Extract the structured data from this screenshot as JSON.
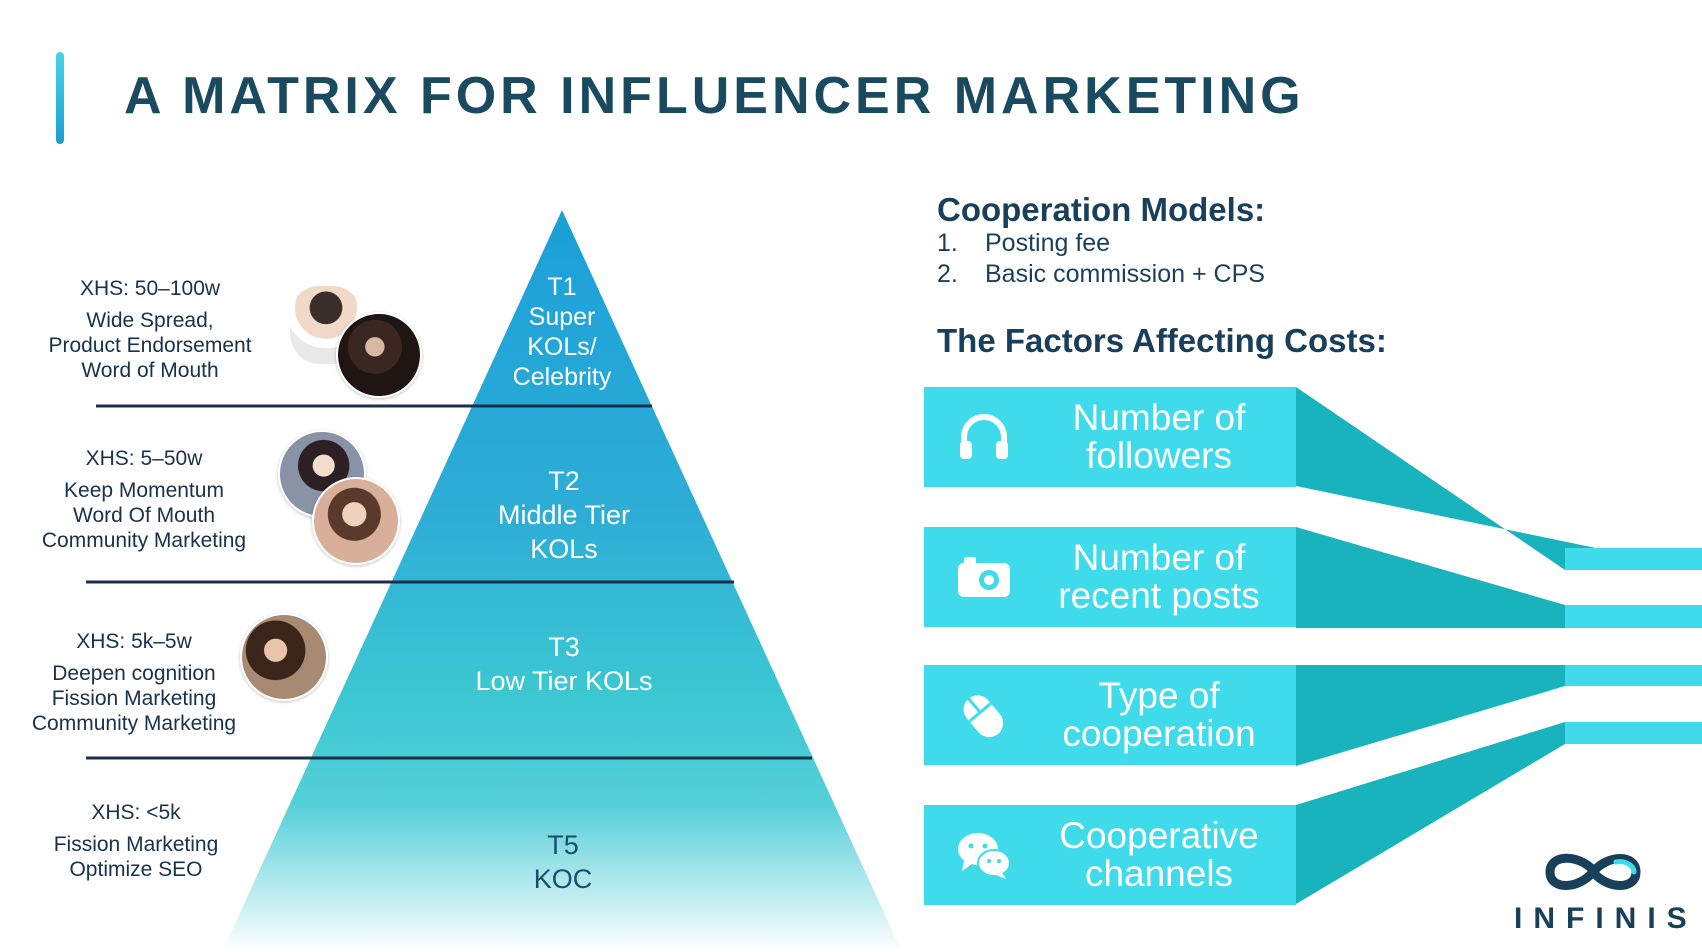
{
  "title": "A MATRIX FOR INFLUENCER MARKETING",
  "tiers": [
    {
      "xhs": "XHS: 50–100w",
      "desc": [
        "Wide Spread,",
        "Product Endorsement",
        "Word of Mouth"
      ],
      "label": [
        "T1",
        "Super",
        "KOLs/",
        "Celebrity"
      ]
    },
    {
      "xhs": "XHS: 5–50w",
      "desc": [
        "Keep Momentum",
        "Word Of Mouth",
        "Community Marketing"
      ],
      "label": [
        "T2",
        "Middle Tier",
        "KOLs"
      ]
    },
    {
      "xhs": "XHS: 5k–5w",
      "desc": [
        "Deepen cognition",
        "Fission Marketing",
        "Community Marketing"
      ],
      "label": [
        "T3",
        "Low Tier KOLs"
      ]
    },
    {
      "xhs": "XHS: <5k",
      "desc": [
        "Fission Marketing",
        "Optimize SEO"
      ],
      "label": [
        "T5",
        "KOC"
      ]
    }
  ],
  "cooperation": {
    "heading": "Cooperation Models:",
    "items": [
      {
        "num": "1.",
        "text": "Posting fee"
      },
      {
        "num": "2.",
        "text": "Basic commission + CPS"
      }
    ]
  },
  "factors_heading": "The Factors Affecting Costs:",
  "factors": [
    {
      "label": [
        "Number of",
        "followers"
      ],
      "icon": "headphones-icon"
    },
    {
      "label": [
        "Number of",
        "recent posts"
      ],
      "icon": "camera-icon"
    },
    {
      "label": [
        "Type of",
        "cooperation"
      ],
      "icon": "mouse-icon"
    },
    {
      "label": [
        "Cooperative",
        "channels"
      ],
      "icon": "wechat-icon"
    }
  ],
  "logo": {
    "text": "INFINIS"
  },
  "colors": {
    "title": "#1a4a60",
    "accent": "#3fdbea",
    "pyramid_top": "#1b9fd8",
    "pyramid_bottom": "#3cc8d2"
  }
}
